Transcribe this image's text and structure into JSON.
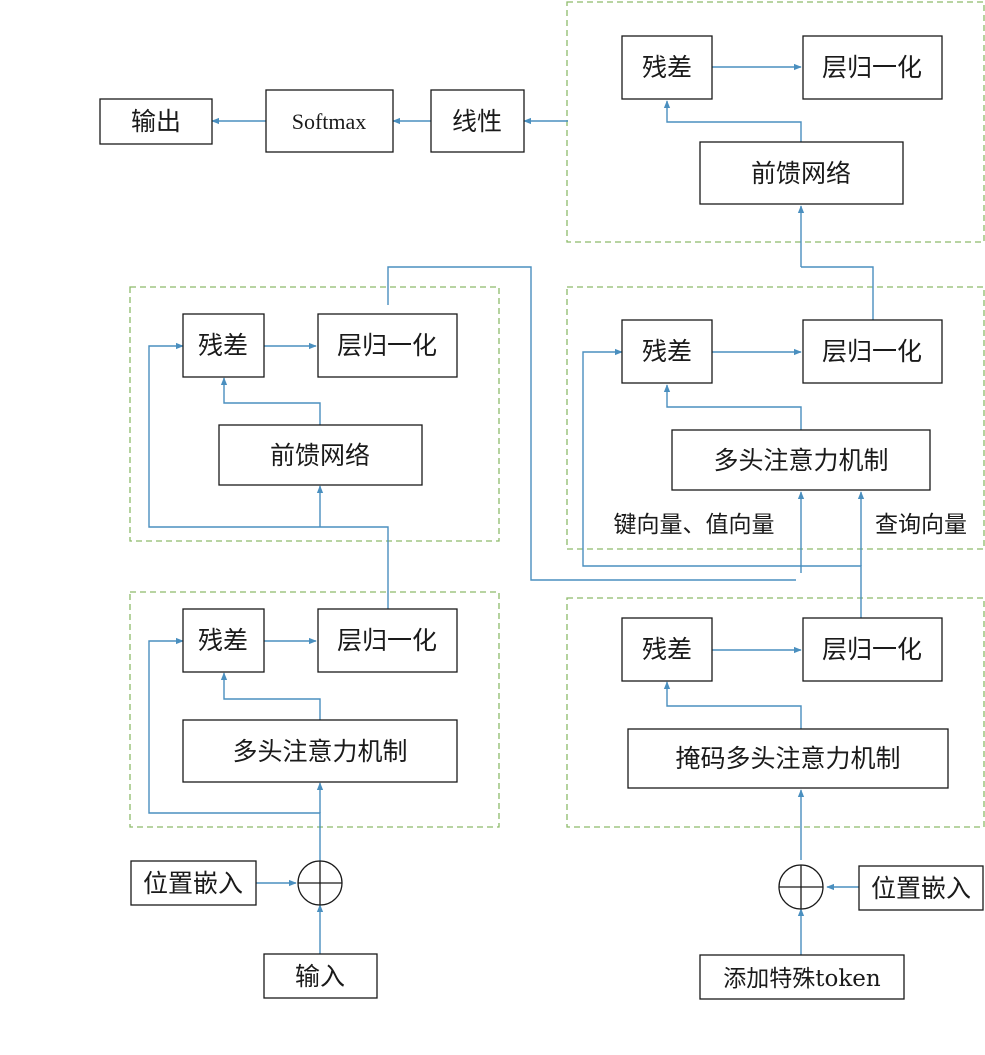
{
  "nodes": {
    "output": "输出",
    "softmax": "Softmax",
    "linear": "线性",
    "residual": "残差",
    "layer_norm": "层归一化",
    "feed_forward": "前馈网络",
    "multi_head_attention": "多头注意力机制",
    "masked_multi_head_attention": "掩码多头注意力机制",
    "positional_embedding": "位置嵌入",
    "input": "输入",
    "add_special_token": "添加特殊token"
  },
  "labels": {
    "key_value_vectors": "键向量、值向量",
    "query_vector": "查询向量"
  },
  "colors": {
    "arrow": "#4a8fbf",
    "group_border": "#8dbb6a",
    "box_border": "#1a1a1a"
  }
}
